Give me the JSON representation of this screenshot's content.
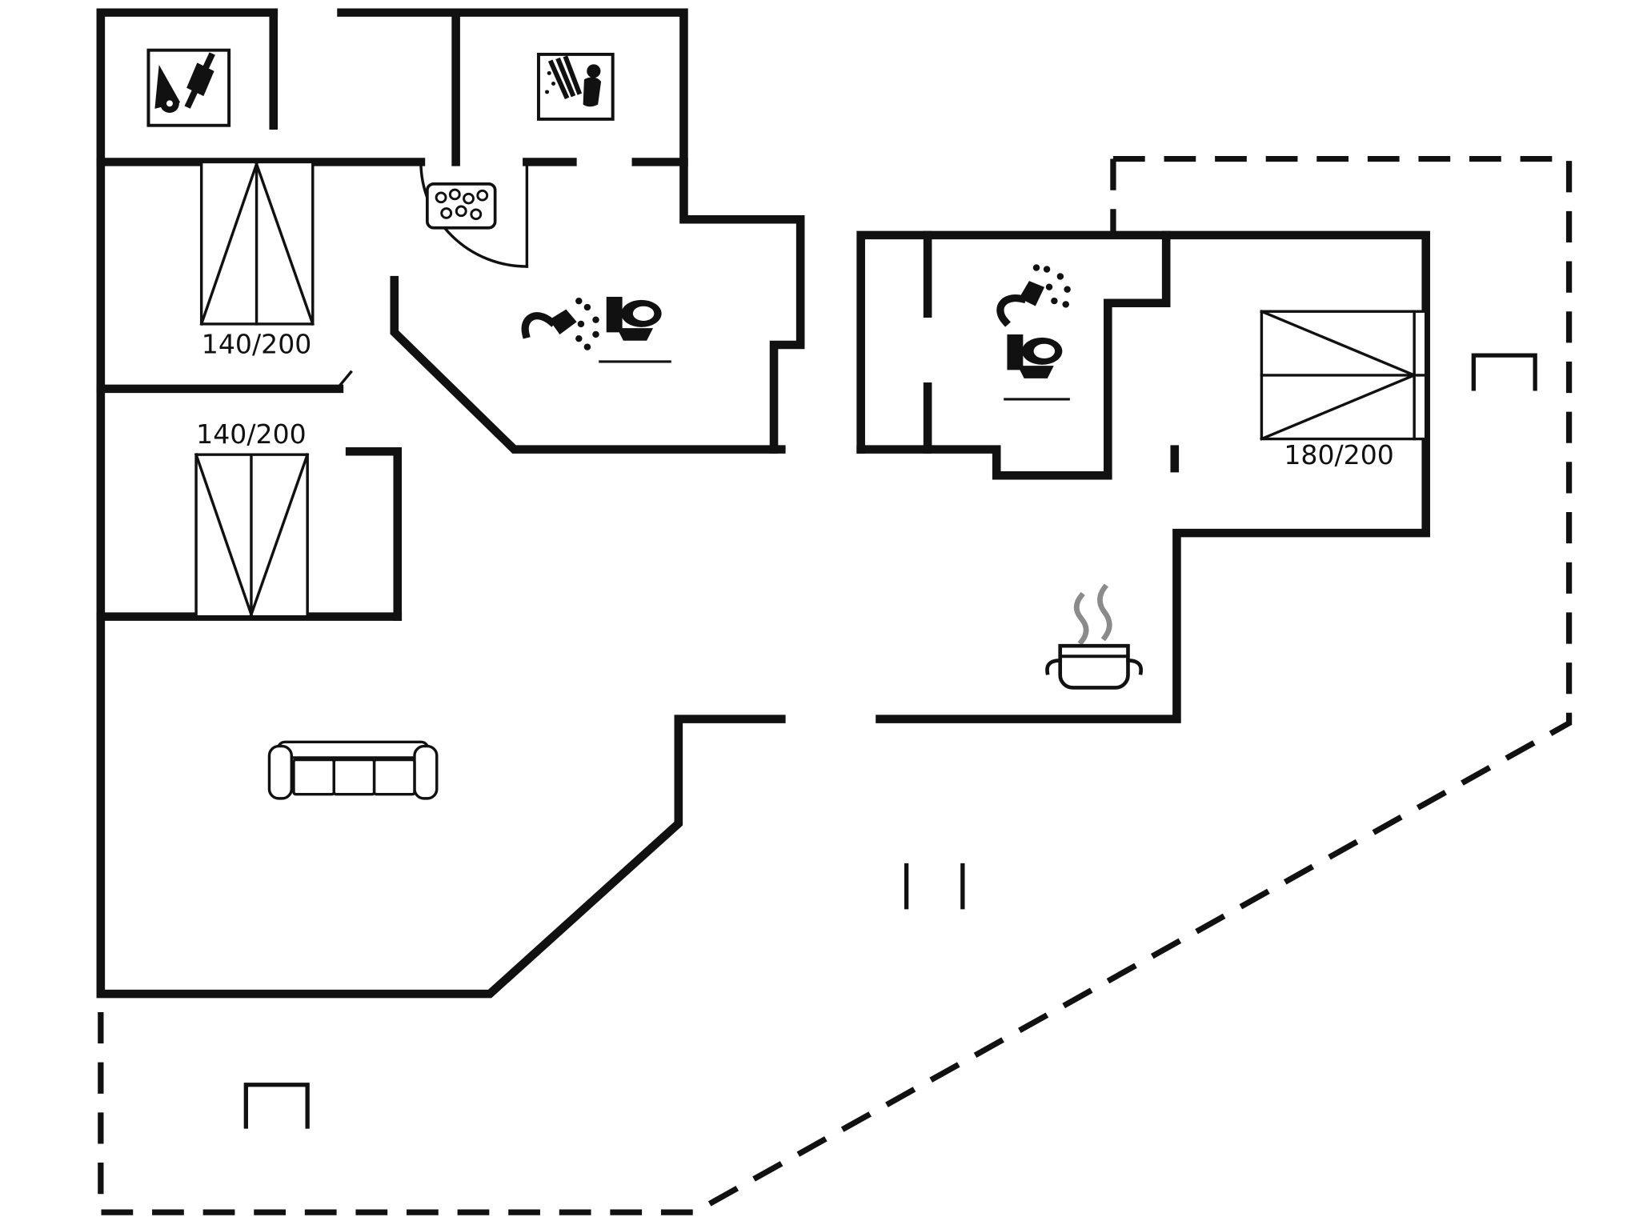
{
  "colors": {
    "background": "#ffffff",
    "lines": "#111111",
    "steam": "#8b8b8b"
  },
  "labels": {
    "bed_top_left": "140/200",
    "bed_mid_left": "140/200",
    "bed_right": "180/200"
  },
  "icons": [
    {
      "name": "vacuum-cleaner-icon"
    },
    {
      "name": "sauna-icon"
    },
    {
      "name": "stove-hob-icon"
    },
    {
      "name": "shower-icon"
    },
    {
      "name": "toilet-icon"
    },
    {
      "name": "cooking-pot-icon"
    },
    {
      "name": "sofa-icon"
    }
  ]
}
